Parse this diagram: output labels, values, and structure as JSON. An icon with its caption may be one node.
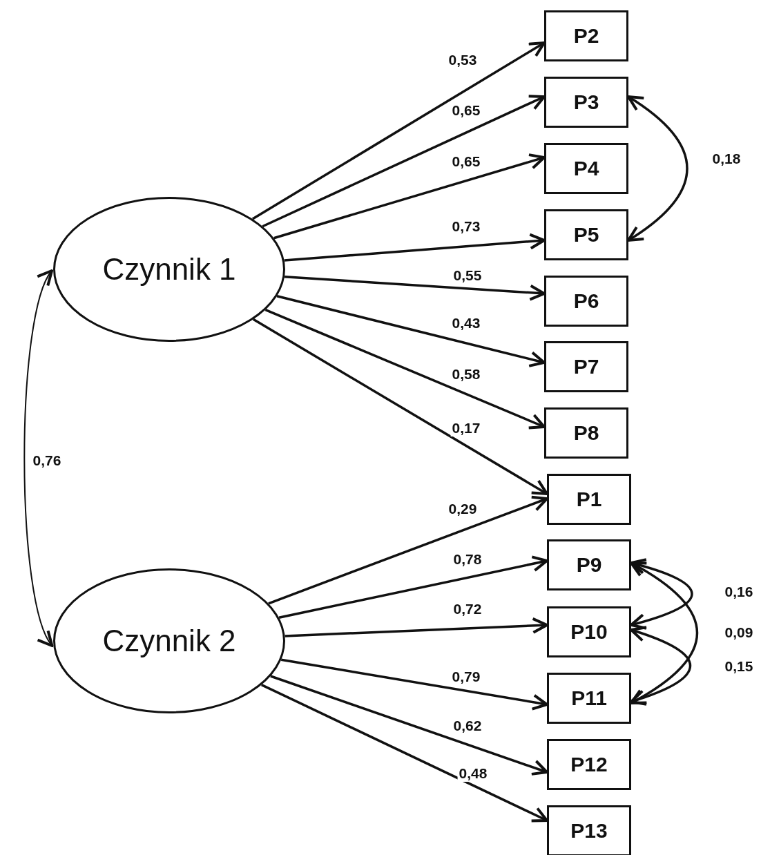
{
  "diagram": {
    "nodes": [
      {
        "text": [
          "Czynnik 1"
        ]
      },
      {
        "text": [
          "Czynnik 2"
        ]
      },
      {
        "text": [
          "P2"
        ]
      },
      {
        "text": [
          "P3"
        ]
      },
      {
        "text": [
          "P4"
        ]
      },
      {
        "text": [
          "P5"
        ]
      },
      {
        "text": [
          "P6"
        ]
      },
      {
        "text": [
          "P7"
        ]
      },
      {
        "text": [
          "P8"
        ]
      },
      {
        "text": [
          "P1"
        ]
      },
      {
        "text": [
          "P9"
        ]
      },
      {
        "text": [
          "P10"
        ]
      },
      {
        "text": [
          "P11"
        ]
      },
      {
        "text": [
          "P12"
        ]
      },
      {
        "text": [
          "P13"
        ]
      }
    ],
    "edges": [
      {
        "from": 0,
        "to": 2,
        "arrow": "to",
        "label": "0,53"
      },
      {
        "from": 0,
        "to": 3,
        "arrow": "to",
        "label": "0,65"
      },
      {
        "from": 0,
        "to": 4,
        "arrow": "to",
        "label": "0,65"
      },
      {
        "from": 0,
        "to": 5,
        "arrow": "to",
        "label": "0,73"
      },
      {
        "from": 0,
        "to": 6,
        "arrow": "to",
        "label": "0,55"
      },
      {
        "from": 0,
        "to": 7,
        "arrow": "to",
        "label": "0,43"
      },
      {
        "from": 0,
        "to": 8,
        "arrow": "to",
        "label": "0,58"
      },
      {
        "from": 0,
        "to": 9,
        "arrow": "to",
        "label": "0,17"
      },
      {
        "from": 1,
        "to": 9,
        "arrow": "to",
        "label": "0,29"
      },
      {
        "from": 1,
        "to": 10,
        "arrow": "to",
        "label": "0,78"
      },
      {
        "from": 1,
        "to": 11,
        "arrow": "to",
        "label": "0,72"
      },
      {
        "from": 1,
        "to": 12,
        "arrow": "to",
        "label": "0,79"
      },
      {
        "from": 1,
        "to": 13,
        "arrow": "to",
        "label": "0,62"
      },
      {
        "from": 1,
        "to": 14,
        "arrow": "to",
        "label": "0,48"
      },
      {
        "from": 0,
        "to": 1,
        "arrow": "both",
        "label": "0,76"
      },
      {
        "from": 3,
        "to": 5,
        "arrow": "both",
        "label": "0,18"
      },
      {
        "from": 10,
        "to": 11,
        "arrow": "both",
        "label": "0,16"
      },
      {
        "from": 10,
        "to": 12,
        "arrow": "both",
        "label": "0,09"
      },
      {
        "from": 11,
        "to": 12,
        "arrow": "both",
        "label": "0,15"
      }
    ]
  }
}
